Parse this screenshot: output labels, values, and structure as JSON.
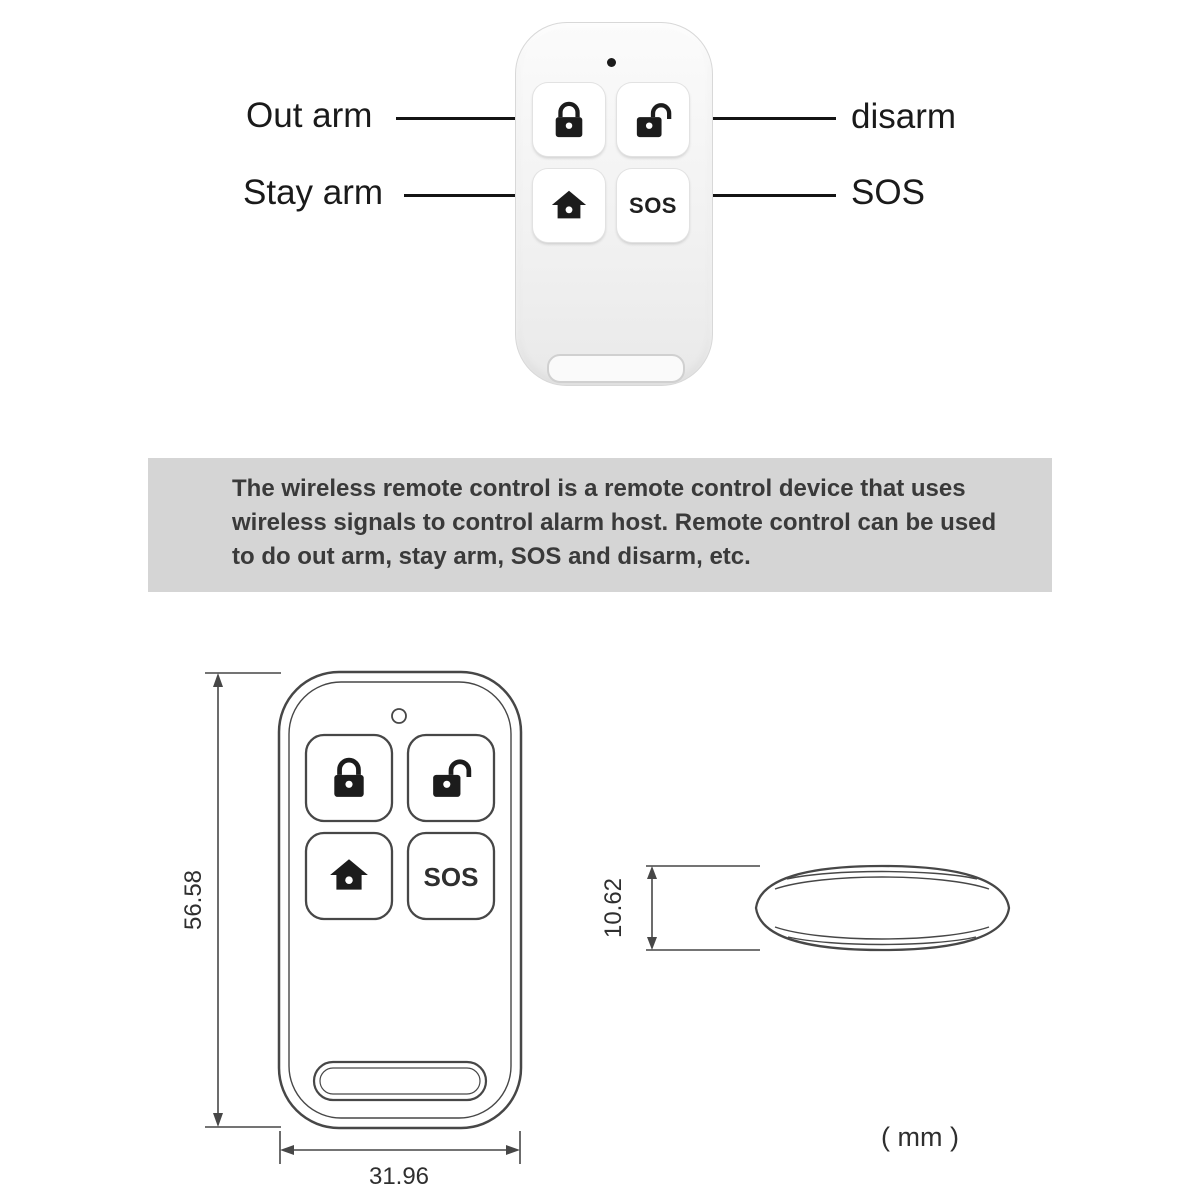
{
  "top_section": {
    "callout_out_arm": "Out arm",
    "callout_disarm": "disarm",
    "callout_stay_arm": "Stay arm",
    "callout_sos": "SOS",
    "sos_button_label": "SOS"
  },
  "description_box": {
    "line1": "The wireless remote control is a remote control device that uses",
    "line2": "wireless signals to control alarm host. Remote control can be used",
    "line3": "to do out arm, stay arm, SOS and disarm, etc."
  },
  "dimension_drawing": {
    "height_label": "56.58",
    "width_label": "31.96",
    "thickness_label": "10.62",
    "unit_label": "( mm )",
    "sos_button_label": "SOS"
  },
  "icons": {
    "lock": "closed-padlock",
    "unlock": "open-padlock",
    "home": "house-stay-arm",
    "led": "indicator-dot"
  },
  "colors": {
    "background": "#ffffff",
    "info_box_bg": "#d5d5d5",
    "callout_text": "#1a1a1a",
    "description_text": "#3a3a3a",
    "drawing_stroke": "#474747",
    "icon_color": "#1c1c1c"
  }
}
